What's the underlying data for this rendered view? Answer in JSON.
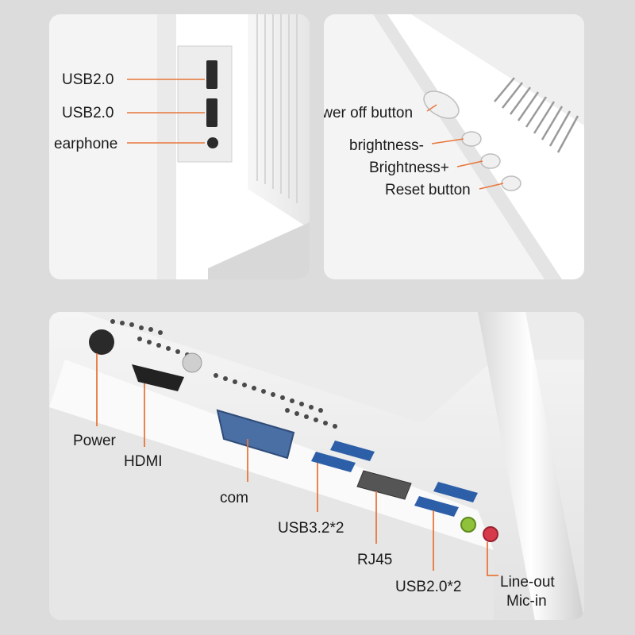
{
  "side_ports": {
    "labels": [
      "USB2.0",
      "USB2.0",
      "earphone"
    ]
  },
  "side_buttons": {
    "labels": [
      "Power off button",
      "brightness-",
      "Brightness+",
      "Reset button"
    ]
  },
  "rear_io": {
    "labels": [
      "Power",
      "HDMI",
      "com",
      "USB3.2*2",
      "RJ45",
      "USB2.0*2",
      "Line-out",
      "Mic-in"
    ]
  },
  "colors": {
    "leader_line": "#e8763a",
    "panel_bg": "#f4f4f4",
    "device_white": "#ffffff",
    "usb3_blue": "#2d5fa8",
    "line_out_green": "#8fc23a",
    "mic_in_pink": "#d63a4a"
  }
}
